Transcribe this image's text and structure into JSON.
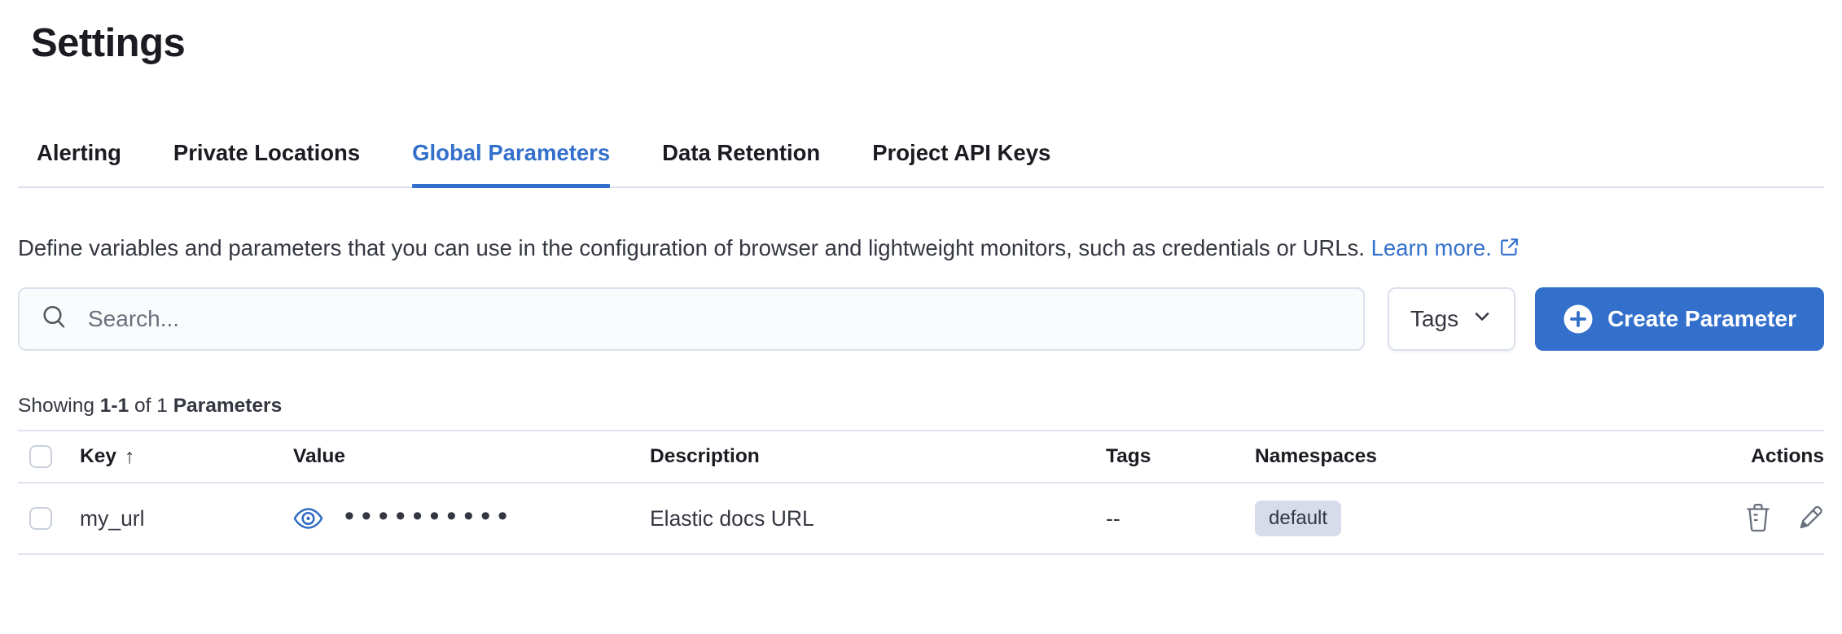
{
  "page": {
    "title": "Settings"
  },
  "tabs": [
    {
      "label": "Alerting",
      "active": false
    },
    {
      "label": "Private Locations",
      "active": false
    },
    {
      "label": "Global Parameters",
      "active": true
    },
    {
      "label": "Data Retention",
      "active": false
    },
    {
      "label": "Project API Keys",
      "active": false
    }
  ],
  "description": {
    "text": "Define variables and parameters that you can use in the configuration of browser and lightweight monitors, such as credentials or URLs.",
    "link_label": "Learn more."
  },
  "toolbar": {
    "search_placeholder": "Search...",
    "tags_label": "Tags",
    "create_label": "Create Parameter"
  },
  "summary": {
    "showing": "Showing",
    "range": "1-1",
    "of": "of 1",
    "entity": "Parameters"
  },
  "table": {
    "columns": [
      "Key",
      "Value",
      "Description",
      "Tags",
      "Namespaces",
      "Actions"
    ],
    "sort_icon": "↑",
    "rows": [
      {
        "key": "my_url",
        "value_masked": "••••••••••",
        "description": "Elastic docs URL",
        "tags": "--",
        "namespace": "default"
      }
    ]
  },
  "icons": {
    "search": "magnifier",
    "tags_dropdown": "chevron-down",
    "create": "plus-circle",
    "learn_more": "external-link",
    "value_reveal": "eye",
    "sort": "arrow-up",
    "delete": "trash",
    "edit": "pencil"
  },
  "colors": {
    "accent_blue": "#3370CB",
    "title_text": "#1A1C21",
    "body_text": "#343741",
    "muted_text": "#69707D",
    "divider": "#DDE3EE",
    "badge_bg": "#D6DCE9",
    "button_fill": "#3370CB"
  }
}
